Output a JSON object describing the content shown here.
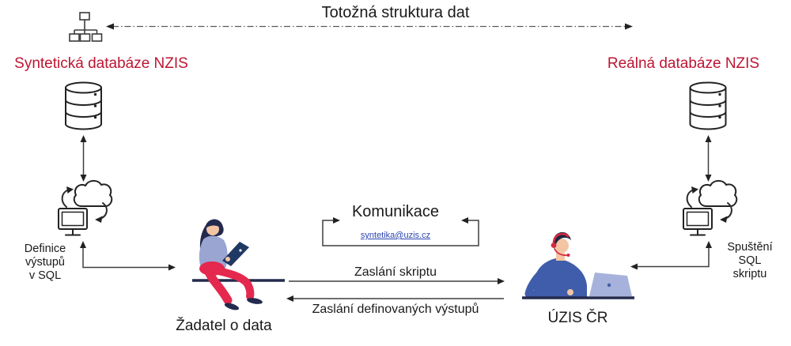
{
  "diagram": {
    "title": "Totožná struktura dat",
    "left": {
      "database_label": "Syntetická databáze NZIS",
      "note_lines": [
        "Definice",
        "výstupů",
        "v SQL"
      ],
      "actor_label": "Žadatel o data"
    },
    "right": {
      "database_label": "Reálná databáze NZIS",
      "note_lines": [
        "Spuštění",
        "SQL",
        "skriptu"
      ],
      "actor_label": "ÚZIS ČR"
    },
    "communication": {
      "title": "Komunikace",
      "email": "syntetika@uzis.cz"
    },
    "flows": {
      "to_uzis": "Zaslání skriptu",
      "to_applicant": "Zaslání definovaných výstupů"
    },
    "icons": [
      "org-chart-icon",
      "database-icon",
      "up-down-sync-arrow",
      "cloud-sync-computer-icon",
      "applicant-person-with-laptop",
      "operator-person-with-headset-and-laptop"
    ],
    "colors": {
      "heading_red": "#BE1532",
      "link_blue": "#2B45B0",
      "figure_red": "#E5284E",
      "figure_blue": "#3F5DAB",
      "figure_periwinkle": "#9AA5D2",
      "figure_navy": "#232A4D",
      "line_gray": "#3F3F3F"
    }
  }
}
